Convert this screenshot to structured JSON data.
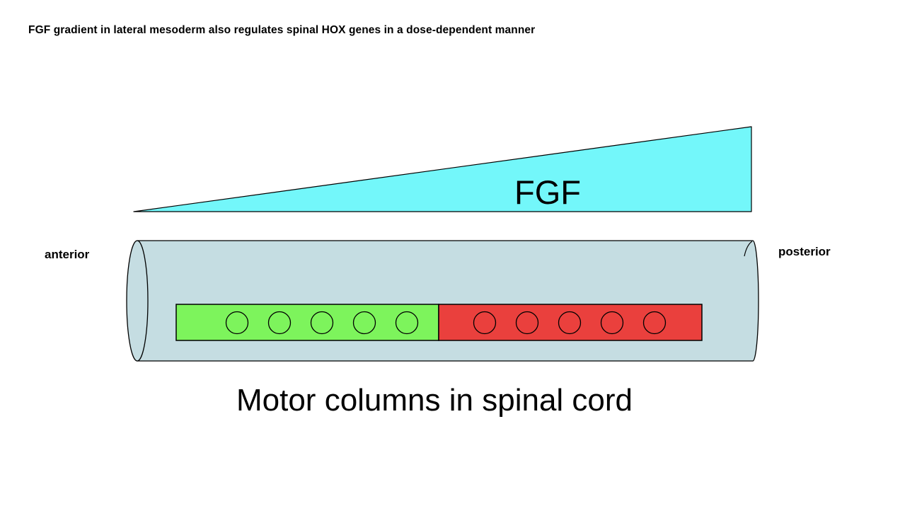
{
  "slide": {
    "title": "FGF gradient in lateral mesoderm also regulates spinal HOX genes in a dose-dependent manner",
    "caption": "Motor columns in spinal cord"
  },
  "diagram": {
    "fgf_gradient": {
      "label": "FGF",
      "fill": "#73f7fa"
    },
    "spinal_cord": {
      "fill": "#c5dde2",
      "anterior_label": "anterior",
      "posterior_label": "posterior"
    },
    "anterior_motor_column": {
      "fill": "#7df45c",
      "circle_count": 5
    },
    "posterior_motor_column": {
      "fill": "#ea403d",
      "circle_count": 5
    },
    "outline": "#000000"
  }
}
